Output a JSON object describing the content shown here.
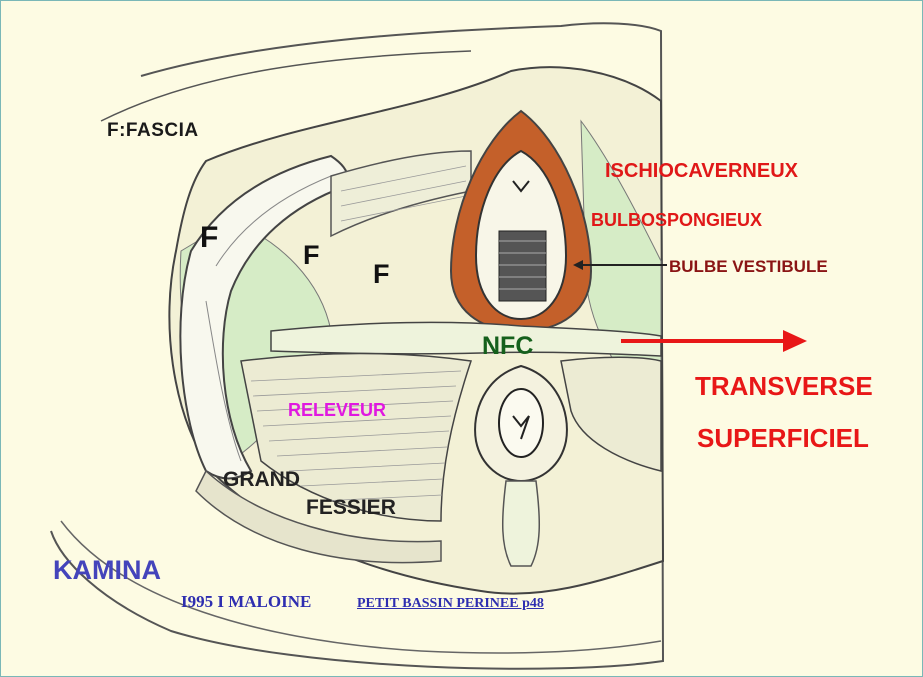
{
  "labels": {
    "fascia": "F:FASCIA",
    "f1": "F",
    "f2": "F",
    "f3": "F",
    "ischiocaverneux": "ISCHIOCAVERNEUX",
    "bulbospongieux": "BULBOSPONGIEUX",
    "bulbe_vestibule": "BULBE VESTIBULE",
    "nfc": "NFC",
    "transverse": "TRANSVERSE",
    "superficiel": "SUPERFICIEL",
    "releveur": "RELEVEUR",
    "grand": "GRAND",
    "fessier": "FESSIER"
  },
  "credit": {
    "author": "KAMINA",
    "reference": "I995  I  MALOINE",
    "book": "PETIT BASSIN PERINEE p48"
  },
  "colors": {
    "background": "#fdfbe3",
    "muscle_orange": "#c4602a",
    "muscle_green": "#d6ecc6",
    "arrow_red": "#e81717",
    "border": "#7ab7b7"
  }
}
